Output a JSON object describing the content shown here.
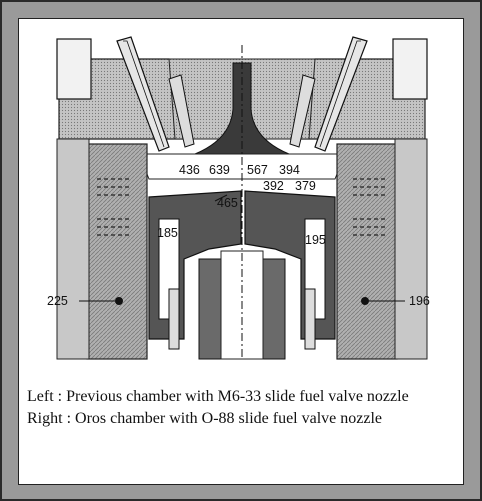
{
  "labels": {
    "l436": "436",
    "l639": "639",
    "l567": "567",
    "l394": "394",
    "l392": "392",
    "l379": "379",
    "l465": "465",
    "l185": "185",
    "l195": "195",
    "l225": "225",
    "l196": "196"
  },
  "caption": {
    "left_key": "Left : ",
    "left_text": "Previous chamber with M6-33 slide fuel valve nozzle",
    "right_key": "Right : ",
    "right_text": "Oros chamber with O-88 slide fuel valve nozzle"
  },
  "colors": {
    "frame": "#9a9a9a",
    "hatch": "#8a8a8a",
    "dark": "#3a3a3a",
    "metal": "#d8d8d8"
  }
}
